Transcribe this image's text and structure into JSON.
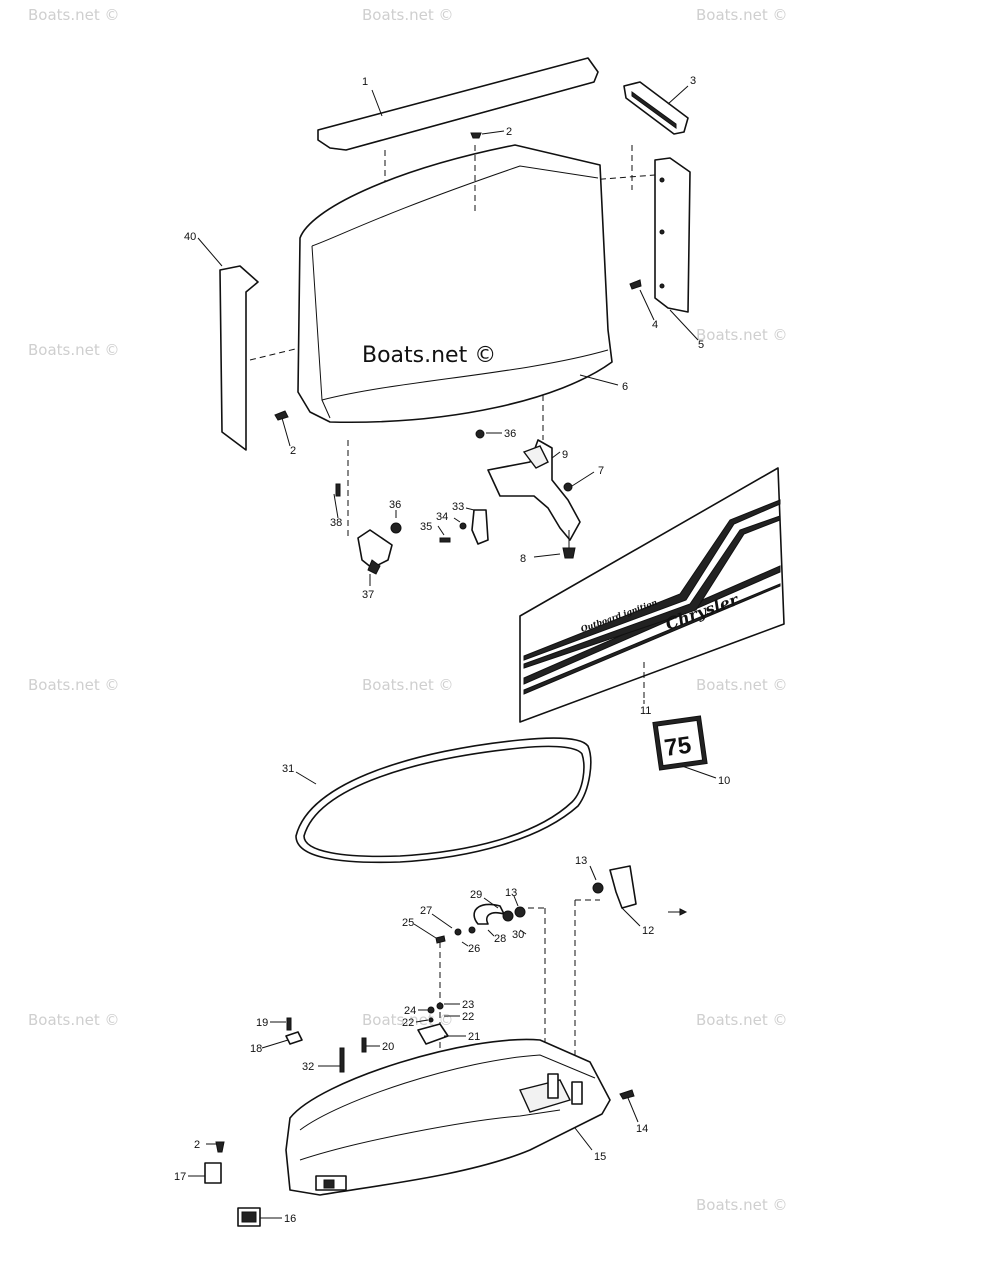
{
  "watermarks": [
    "Boats.net ©",
    "Boats.net ©",
    "Boats.net ©",
    "Boats.net ©",
    "Boats.net ©",
    "Boats.net ©",
    "Boats.net ©",
    "Boats.net ©",
    "Boats.net ©",
    "Boats.net ©",
    "Boats.net ©",
    "Boats.net ©"
  ],
  "main_watermark": "Boats.net ©",
  "callouts": [
    "1",
    "2",
    "3",
    "40",
    "4",
    "5",
    "6",
    "2",
    "36",
    "9",
    "7",
    "38",
    "36",
    "34",
    "33",
    "35",
    "37",
    "8",
    "11",
    "31",
    "75",
    "10",
    "13",
    "29",
    "13",
    "27",
    "25",
    "28",
    "30",
    "26",
    "12",
    "24",
    "23",
    "22",
    "22",
    "19",
    "21",
    "18",
    "20",
    "32",
    "14",
    "2",
    "15",
    "17",
    "16"
  ],
  "decal": {
    "brand": "Chrysler",
    "tagline": "Outboard ignition"
  },
  "badge_number": "75"
}
